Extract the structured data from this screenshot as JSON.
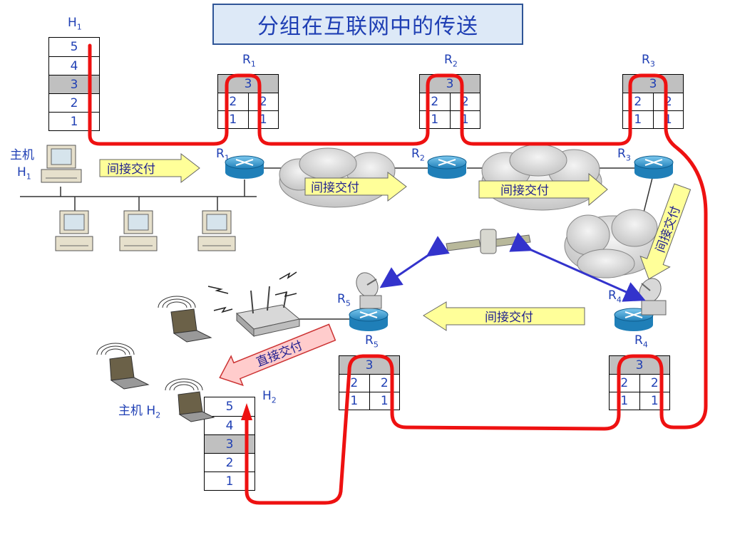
{
  "title": "分组在互联网中的传送",
  "host1": {
    "stack_label": "H",
    "stack_label_sub": "1",
    "layers": [
      "5",
      "4",
      "3",
      "2",
      "1"
    ],
    "caption_line1": "主机",
    "caption_line2": "H",
    "caption_sub": "1"
  },
  "host2": {
    "stack_label": "H",
    "stack_label_sub": "2",
    "layers": [
      "5",
      "4",
      "3",
      "2",
      "1"
    ],
    "caption": "主机 H",
    "caption_sub": "2"
  },
  "routers": [
    {
      "name": "R",
      "sub": "1",
      "top": "3",
      "row2": [
        "2",
        "2"
      ],
      "row1": [
        "1",
        "1"
      ]
    },
    {
      "name": "R",
      "sub": "2",
      "top": "3",
      "row2": [
        "2",
        "2"
      ],
      "row1": [
        "1",
        "1"
      ]
    },
    {
      "name": "R",
      "sub": "3",
      "top": "3",
      "row2": [
        "2",
        "2"
      ],
      "row1": [
        "1",
        "1"
      ]
    },
    {
      "name": "R",
      "sub": "5",
      "top": "3",
      "row2": [
        "2",
        "2"
      ],
      "row1": [
        "1",
        "1"
      ]
    },
    {
      "name": "R",
      "sub": "4",
      "top": "3",
      "row2": [
        "2",
        "2"
      ],
      "row1": [
        "1",
        "1"
      ]
    }
  ],
  "device_labels": {
    "r1": {
      "name": "R",
      "sub": "1"
    },
    "r2": {
      "name": "R",
      "sub": "2"
    },
    "r3": {
      "name": "R",
      "sub": "3"
    },
    "r4": {
      "name": "R",
      "sub": "4"
    },
    "r5": {
      "name": "R",
      "sub": "5"
    }
  },
  "arrows": {
    "indirect_1": "间接交付",
    "indirect_2": "间接交付",
    "indirect_3": "间接交付",
    "indirect_4": "间接交付",
    "indirect_5": "间接交付",
    "direct": "直接交付"
  },
  "colors": {
    "path": "#ee1111",
    "text": "#1f3fb4",
    "arrow_fill": "#ffff99",
    "direct_arrow_fill": "#ffcccc",
    "satellite_link": "#3333cc"
  }
}
